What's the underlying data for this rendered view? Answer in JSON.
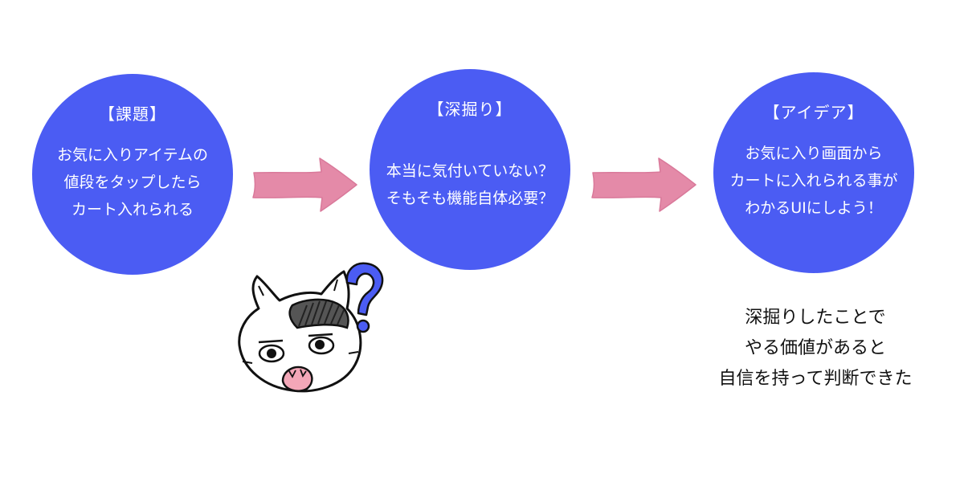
{
  "steps": [
    {
      "title": "【課題】",
      "lines": [
        "お気に入りアイテムの",
        "値段をタップしたら",
        "カート入れられる"
      ]
    },
    {
      "title": "【深掘り】",
      "lines": [
        "本当に気付いていない？",
        "そもそも機能自体必要？"
      ]
    },
    {
      "title": "【アイデア】",
      "lines": [
        "お気に入り画面から",
        "カートに入れられる事が",
        "わかるUIにしよう！"
      ]
    }
  ],
  "conclusion": {
    "lines": [
      "深掘りしたことで",
      "やる価値があると",
      "自信を持って判断できた"
    ]
  },
  "illustration": {
    "question_mark": "?"
  },
  "colors": {
    "circle": "#4b5cf3",
    "arrow": "#e48aa8",
    "text_on_circle": "#ffffff",
    "question_mark": "#4b5cf3"
  },
  "icons": [
    "arrow-right-icon",
    "confused-cat-icon",
    "question-mark-icon"
  ]
}
